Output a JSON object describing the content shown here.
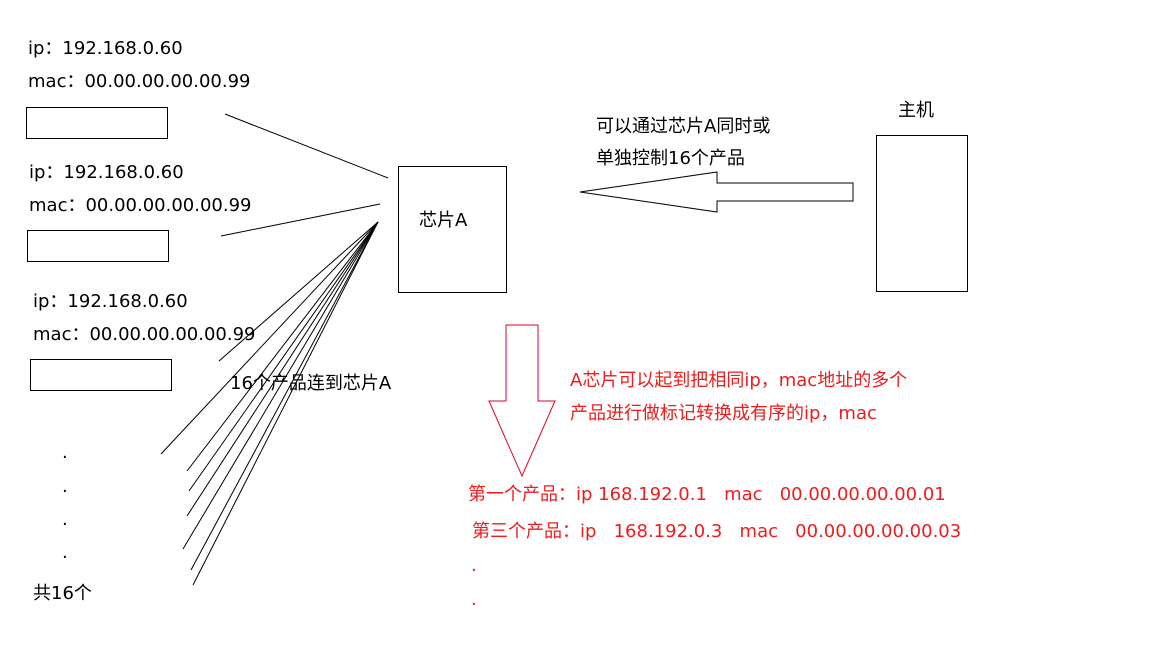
{
  "products": [
    {
      "ip": "ip：192.168.0.60",
      "mac": "mac：00.00.00.00.00.99"
    },
    {
      "ip": "ip：192.168.0.60",
      "mac": "mac：00.00.00.00.00.99"
    },
    {
      "ip": "ip：192.168.0.60",
      "mac": "mac：00.00.00.00.00.99"
    }
  ],
  "dots": [
    ".",
    ".",
    ".",
    "."
  ],
  "total_label": "共16个",
  "connect_label": "16个产品连到芯片A",
  "chip_label": "芯片A",
  "host_label": "主机",
  "control_note": [
    "可以通过芯片A同时或",
    "单独控制16个产品"
  ],
  "remap_note": [
    "A芯片可以起到把相同ip，mac地址的多个",
    "产品进行做标记转换成有序的ip，mac"
  ],
  "results": [
    "第一个产品：ip 168.192.0.1   mac   00.00.00.00.00.01",
    "第三个产品：ip   168.192.0.3   mac   00.00.00.00.00.03"
  ],
  "result_dots": [
    ".",
    "."
  ],
  "colors": {
    "annotation": "#ee1c1c",
    "line": "#000000"
  }
}
